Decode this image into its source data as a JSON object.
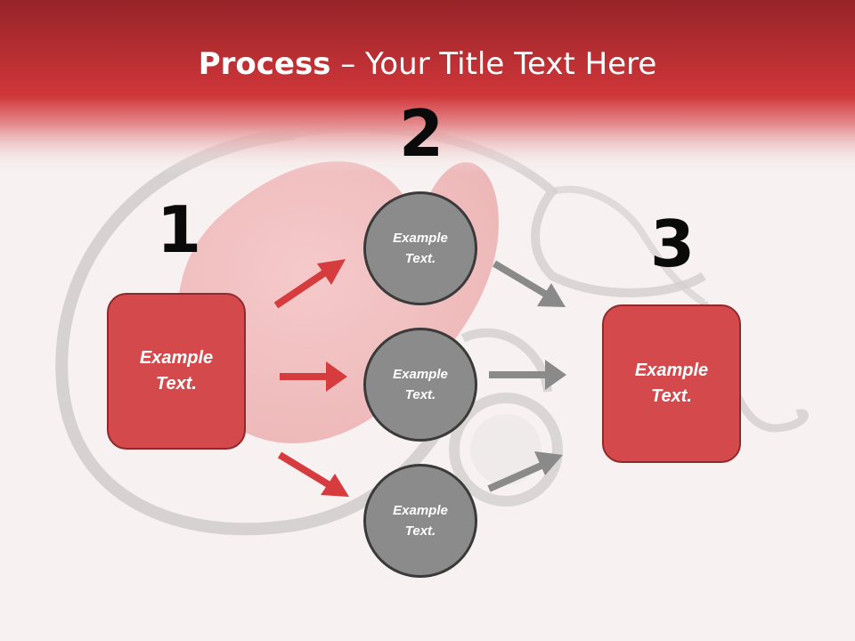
{
  "title": {
    "bold": "Process",
    "rest": " – Your Title Text Here"
  },
  "steps": [
    {
      "number": "1",
      "text": "Example\nText."
    },
    {
      "number": "2"
    },
    {
      "number": "3",
      "text": "Example\nText."
    }
  ],
  "circles": [
    {
      "text": "Example\nText."
    },
    {
      "text": "Example\nText."
    },
    {
      "text": "Example\nText."
    }
  ],
  "colors": {
    "header": "#c93338",
    "box": "#d44a4c",
    "circle": "#8b8b8b",
    "arrow_red": "#d63b3e",
    "arrow_gray": "#8a8a8a"
  }
}
